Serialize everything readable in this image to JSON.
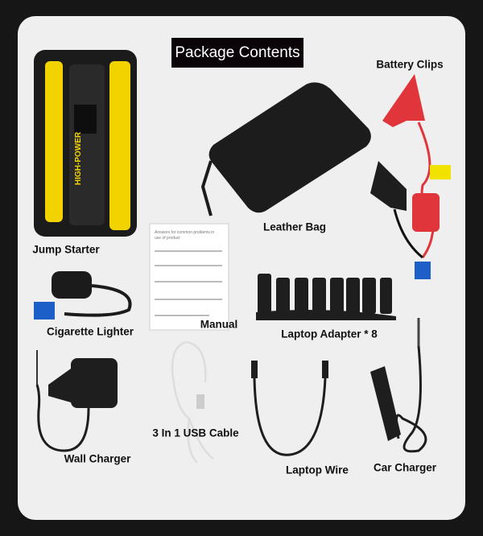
{
  "title": "Package Contents",
  "items": {
    "battery_clips": "Battery Clips",
    "leather_bag": "Leather Bag",
    "jump_starter": "Jump Starter",
    "cigarette_lighter": "Cigarette Lighter",
    "manual": "Manual",
    "laptop_adapter": "Laptop Adapter * 8",
    "usb_cable": "3 In 1 USB Cable",
    "wall_charger": "Wall Charger",
    "laptop_wire": "Laptop Wire",
    "car_charger": "Car Charger"
  },
  "jump_starter_brand": "HIGH-POWER",
  "manual_heading": "Answers for common problems in use of product",
  "colors": {
    "background": "#161616",
    "panel": "#efefef",
    "accent_yellow": "#f2d300",
    "clip_red": "#e0353a"
  }
}
